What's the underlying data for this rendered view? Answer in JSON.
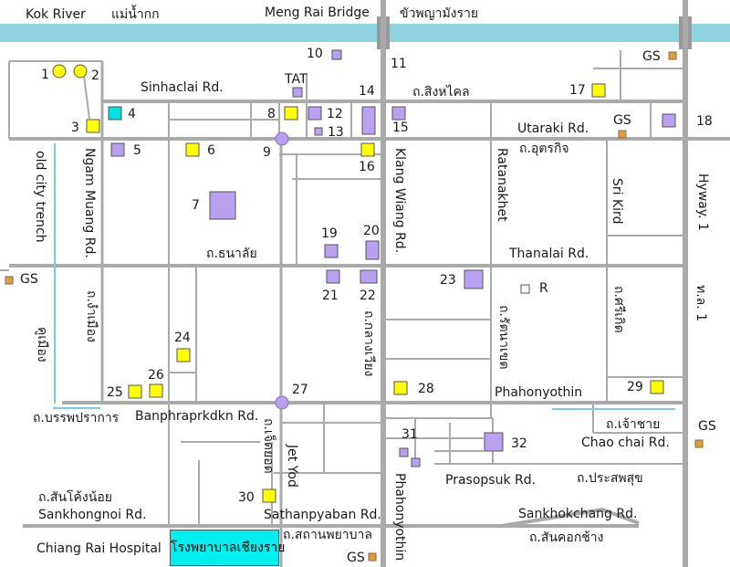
{
  "colors": {
    "river": "#8fd3e0",
    "road": "#aaaaaa",
    "bridge": "#999999",
    "poi_purple": "#b9a0f0",
    "poi_yellow": "#ffff00",
    "poi_cyan": "#00e0e0",
    "gas": "#e0a030",
    "trench": "#7fc8e8"
  },
  "labels": {
    "kok_river": "Kok River",
    "kok_river_th": "แม่น้ำกก",
    "meng_rai_bridge": "Meng Rai Bridge",
    "meng_rai_th": "ขัวพญามังราย",
    "sinhaclai": "Sinhaclai Rd.",
    "sinhaclai_th": "ถ.สิงหไคล",
    "tat": "TAT",
    "utaraki": "Utaraki Rd.",
    "utaraki_th": "ถ.อุตรกิจ",
    "old_city_trench": "old city trench",
    "ngam_muang": "Ngam Muang Rd.",
    "klang_wiang": "Klang Wiang Rd.",
    "ratanakhet": "Ratanakhet",
    "sri_kird": "Sri Kird",
    "hyway1": "Hyway. 1",
    "thanalai": "Thanalai Rd.",
    "thanalai_th": "ถ.ธนาลัย",
    "ngam_muang_th": "ถ.งำเมือง",
    "khu_muang_th": "คูเมือง",
    "klang_wiang_th": "ถ.กลางเวียง",
    "ratanakhet_th": "ถ.รัตนาเขต",
    "sri_kird_th": "ถ.ศรีเกิด",
    "hway1_th": "ท.ล. 1",
    "r_mark": "R",
    "phahonyothin": "Phahonyothin",
    "banphaprakan_th": "ถ.บรรพปราการ",
    "banphraprkdkn": "Banphraprkdkn Rd.",
    "jet_yod_th": "ถ.เจ็ดยอด",
    "jet_yod": "Jet Yod",
    "chao_chai_th": "ถ.เจ้าชาย",
    "chao_chai": "Chao chai Rd.",
    "prasopsuk": "Prasopsuk Rd.",
    "prasopsuk_th": "ถ.ประสพสุข",
    "sankhongnoi_th": "ถ.สันโค้งน้อย",
    "sankhongnoi": "Sankhongnoi Rd.",
    "sathanpyaban": "Sathanpyaban Rd.",
    "sankhokchang": "Sankhokchang Rd.",
    "sathanphayaban_th": "ถ.สถานพยาบาล",
    "sankhokchang_th": "ถ.สันคอกช้าง",
    "phahonyothin_v": "Phahonyothin",
    "chiang_rai_hospital": "Chiang Rai Hospital",
    "hospital_th": "โรงพยาบาลเชียงราย"
  },
  "gas_label": "GS",
  "poi_numbers": [
    "1",
    "2",
    "3",
    "4",
    "5",
    "6",
    "7",
    "8",
    "9",
    "10",
    "11",
    "12",
    "13",
    "14",
    "15",
    "16",
    "17",
    "18",
    "19",
    "20",
    "21",
    "22",
    "23",
    "24",
    "25",
    "26",
    "27",
    "28",
    "29",
    "30",
    "31",
    "32"
  ]
}
